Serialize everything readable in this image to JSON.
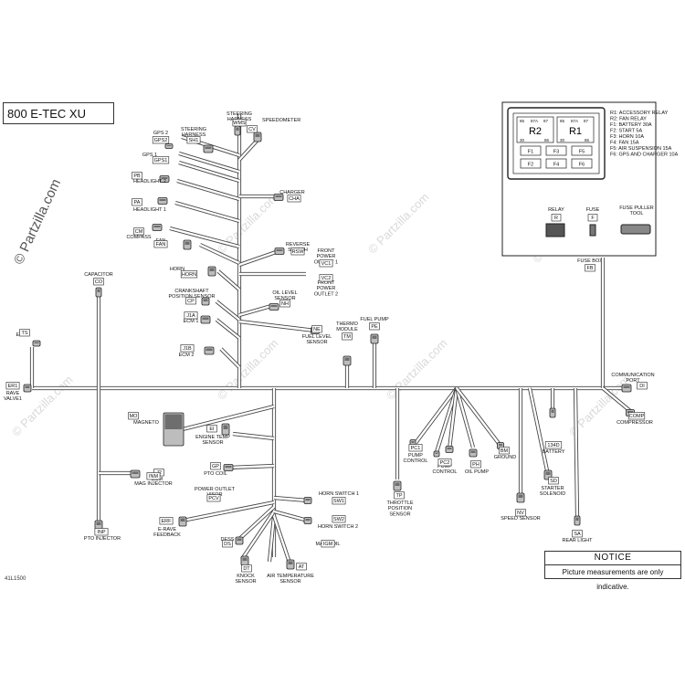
{
  "title": "800 E-TEC XU",
  "watermark": "© Partzilla.com",
  "watermark_side": "© Partzilla.com",
  "notice": {
    "heading": "NOTICE",
    "body": "Picture measurements are only indicative."
  },
  "ref_number": "41L1500",
  "fuse_box": {
    "relays": [
      {
        "id": "R2",
        "pins": [
          "85",
          "87A",
          "87",
          "30",
          "86"
        ]
      },
      {
        "id": "R1",
        "pins": [
          "85",
          "87A",
          "87",
          "30",
          "86"
        ]
      }
    ],
    "fuses": [
      "F1",
      "F3",
      "F5",
      "F2",
      "F4",
      "F6"
    ],
    "legend": [
      "R1: ACCESSORY RELAY",
      "R2: FAN RELAY",
      "F1: BATTERY 30A",
      "F2: START 5A",
      "F3: HORN 10A",
      "F4: FAN 15A",
      "F5: AIR SUSPENSION 15A",
      "F6: GPS AND CHARGER 10A"
    ],
    "parts": [
      {
        "name": "RELAY",
        "code": "R"
      },
      {
        "name": "FUSE",
        "code": "F"
      },
      {
        "name": "FUSE PULLER\nTOOL",
        "code": ""
      }
    ],
    "label": "FUSE BOX",
    "code": "FB"
  },
  "connectors": [
    {
      "name": "STEERING\nHARNESS",
      "code": "WMS"
    },
    {
      "name": "SPEEDOMETER",
      "code": "CV"
    },
    {
      "name": "STEERING\nHARNESS",
      "code": "SH1"
    },
    {
      "name": "GPS 2",
      "code": "GPS2"
    },
    {
      "name": "GPS 1",
      "code": "GPS1"
    },
    {
      "name": "HEADLIGHT 2",
      "code": "PB"
    },
    {
      "name": "HEADLIGHT 1",
      "code": "PA"
    },
    {
      "name": "CHARGER",
      "code": "CHA"
    },
    {
      "name": "COMPASS",
      "code": "CM"
    },
    {
      "name": "FAN",
      "code": "FAN"
    },
    {
      "name": "REVERSE\nSWITCH",
      "code": "RSW"
    },
    {
      "name": "FRONT\nPOWER\nOUTLET 1",
      "code": "VC1"
    },
    {
      "name": "FRONT\nPOWER\nOUTLET 2",
      "code": "VC2"
    },
    {
      "name": "HORN",
      "code": "HORN"
    },
    {
      "name": "CRANKSHAFT\nPOSITION SENSOR",
      "code": "CP"
    },
    {
      "name": "OIL LEVEL\nSENSOR",
      "code": "NH"
    },
    {
      "name": "ECM 1",
      "code": "J1A"
    },
    {
      "name": "FUEL LEVEL\nSENSOR",
      "code": "NE"
    },
    {
      "name": "ECM 2",
      "code": "J1B"
    },
    {
      "name": "THERMO\nMODULE",
      "code": "TM"
    },
    {
      "name": "FUEL PUMP",
      "code": "PE"
    },
    {
      "name": "CAPACITOR",
      "code": "CO"
    },
    {
      "name": "EGTS",
      "code": "TS"
    },
    {
      "name": "RAVE\nVALVE1",
      "code": "ER1"
    },
    {
      "name": "COMMUNICATION\nPORT",
      "code": "DI"
    },
    {
      "name": "COMPRESSOR",
      "code": "COMP"
    },
    {
      "name": "MAGNETO",
      "code": "MO"
    },
    {
      "name": "ENGINE TEMP\nSENSOR",
      "code": "EI"
    },
    {
      "name": "ECM",
      "code": "J2"
    },
    {
      "name": "PTO COIL",
      "code": "GP"
    },
    {
      "name": "MAG INJECTOR",
      "code": "INM"
    },
    {
      "name": "POWER OUTLET\nVISOR",
      "code": "PCV"
    },
    {
      "name": "E-RAVE\nFEEDBACK",
      "code": "ERF"
    },
    {
      "name": "DESS",
      "code": "DS"
    },
    {
      "name": "KNOCK\nSENSOR",
      "code": "DT"
    },
    {
      "name": "AIR TEMPERATURE\nSENSOR",
      "code": "AT"
    },
    {
      "name": "MAG COIL",
      "code": "IGM"
    },
    {
      "name": "HORN SWITCH 1",
      "code": "SW1"
    },
    {
      "name": "HORN SWITCH 2",
      "code": "SW2"
    },
    {
      "name": "PTO INJECTOR",
      "code": "INP"
    },
    {
      "name": "PUMP\nCONTROL",
      "code": "PC1"
    },
    {
      "name": "PUMP\nCONTROL",
      "code": "PC2"
    },
    {
      "name": "OIL PUMP",
      "code": "PH"
    },
    {
      "name": "GROUND",
      "code": "BM"
    },
    {
      "name": "THROTTLE\nPOSITION\nSENSOR",
      "code": "TP"
    },
    {
      "name": "BATTERY",
      "code": "134D"
    },
    {
      "name": "STARTER\nSOLENOID",
      "code": "SD"
    },
    {
      "name": "SPEED SENSOR",
      "code": "NV"
    },
    {
      "name": "REAR LIGHT",
      "code": "SA"
    }
  ]
}
